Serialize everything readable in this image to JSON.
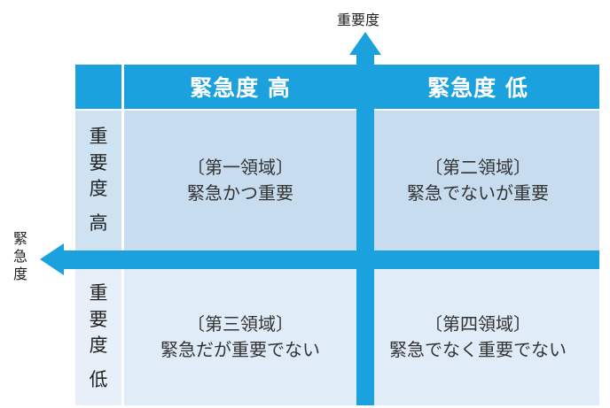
{
  "axes": {
    "vertical_label": "重要度",
    "horizontal_label": [
      "緊",
      "急",
      "度"
    ]
  },
  "column_headers": [
    "緊急度 高",
    "緊急度 低"
  ],
  "row_headers": [
    [
      "重",
      "要",
      "度",
      "高"
    ],
    [
      "重",
      "要",
      "度",
      "低"
    ]
  ],
  "quadrants": [
    {
      "title": "〔第一領域〕",
      "text": "緊急かつ重要"
    },
    {
      "title": "〔第二領域〕",
      "text": "緊急でないが重要"
    },
    {
      "title": "〔第三領域〕",
      "text": "緊急だが重要でない"
    },
    {
      "title": "〔第四領域〕",
      "text": "緊急でなく重要でない"
    }
  ],
  "colors": {
    "header": "#1aa1de",
    "row_header_top": "#cfe2f1",
    "quadrant_top": "#c7dcef",
    "row_header_bottom": "#e7f0f8",
    "quadrant_bottom": "#e0ecf7",
    "arrow": "#1aa1de"
  }
}
